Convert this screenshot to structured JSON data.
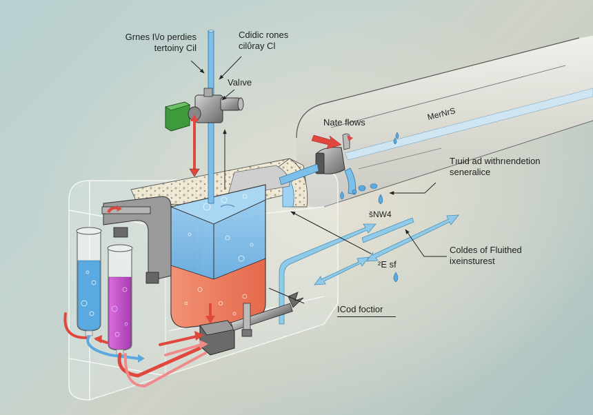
{
  "diagram": {
    "labels": {
      "top_left_line1": "Grnes I\\/o  perdies",
      "top_left_line2": "tertoiny Cil",
      "top_right_line1": "Cdidic rones",
      "top_right_line2": "cilΰray Cl",
      "valve": "Valıve",
      "flow_in": "Nate flows",
      "pipe_tag": "MerNrS",
      "fluid_line1": "Tıuid  ad withrıendetion",
      "fluid_line2": "seneralice",
      "tag_mid": "šNW4",
      "tag_low": "²E sf",
      "coldes_line1": "Coldes of Fluithed",
      "coldes_line2": "ixeinsturest",
      "bottom_tag": "ICod foctior"
    },
    "colors": {
      "water_blue": "#5aa9e0",
      "flow_light_blue": "#8fcbe8",
      "hot_red": "#e0483e",
      "sediment_orange": "#ec7a5a",
      "magenta_fluid": "#c04bc8",
      "valve_green": "#3f9a3c",
      "metal_grey": "#9a9a9a",
      "insulation_cream": "#eee8d4"
    }
  }
}
